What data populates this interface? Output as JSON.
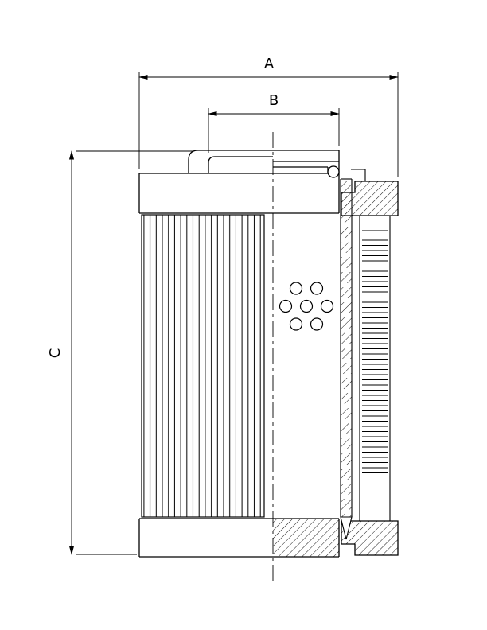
{
  "page": {
    "background": "#ffffff",
    "line_color": "#000000",
    "description": "Technical cross-section drawing of a cylindrical hydraulic filter element with pleated media, perforated core, end caps and dimension callouts"
  },
  "dimension_labels": {
    "A": "A",
    "B": "B",
    "C": "C"
  }
}
